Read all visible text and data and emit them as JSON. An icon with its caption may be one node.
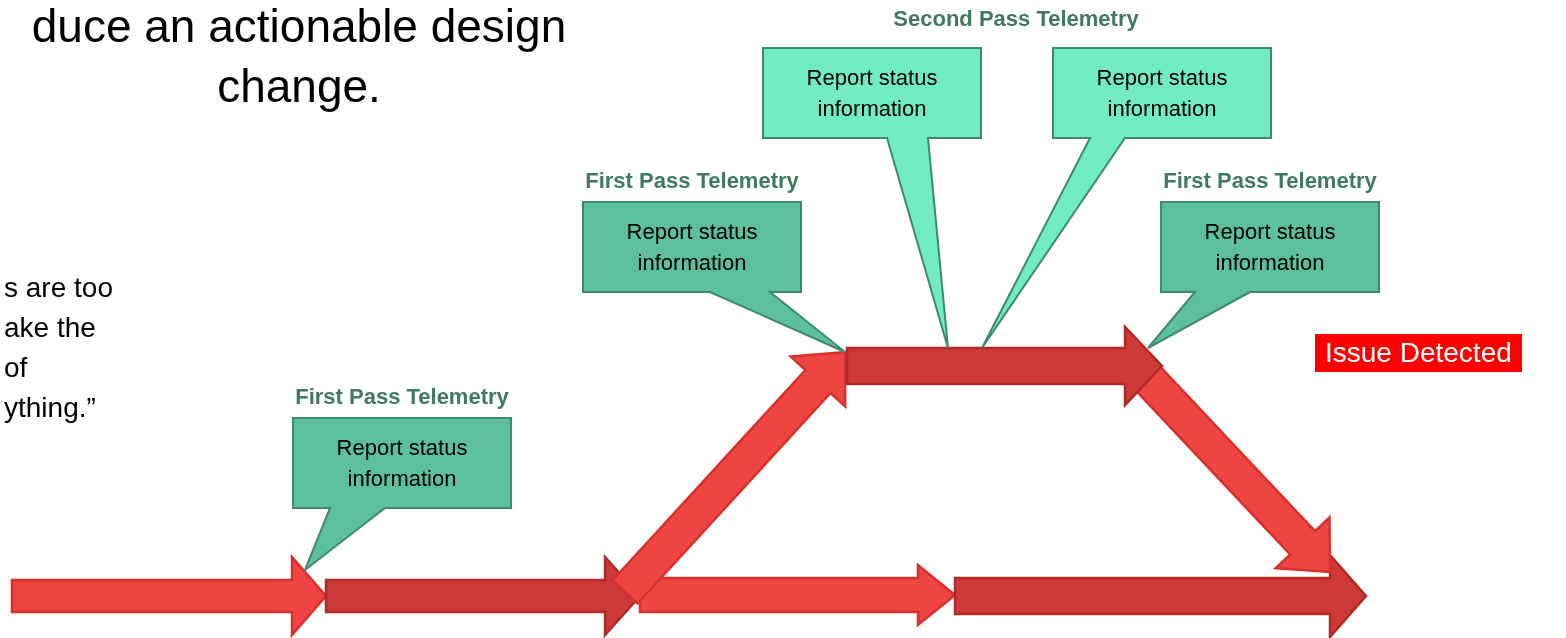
{
  "diagram": {
    "nodes": [
      {
        "text": [
          "Report status information"
        ]
      },
      {
        "text": [
          "Report status information"
        ]
      },
      {
        "text": [
          "First Pass Telemetry",
          "Report status information"
        ]
      },
      {
        "text": [
          "First Pass Telemetry",
          "Report status information"
        ]
      },
      {
        "text": [
          "First Pass Telemetry",
          "Report status information"
        ]
      }
    ],
    "labels": [
      "duce an actionable design change.",
      "Second Pass Telemetry",
      "s are too ake the of ything.”",
      "Issue Detected"
    ]
  }
}
